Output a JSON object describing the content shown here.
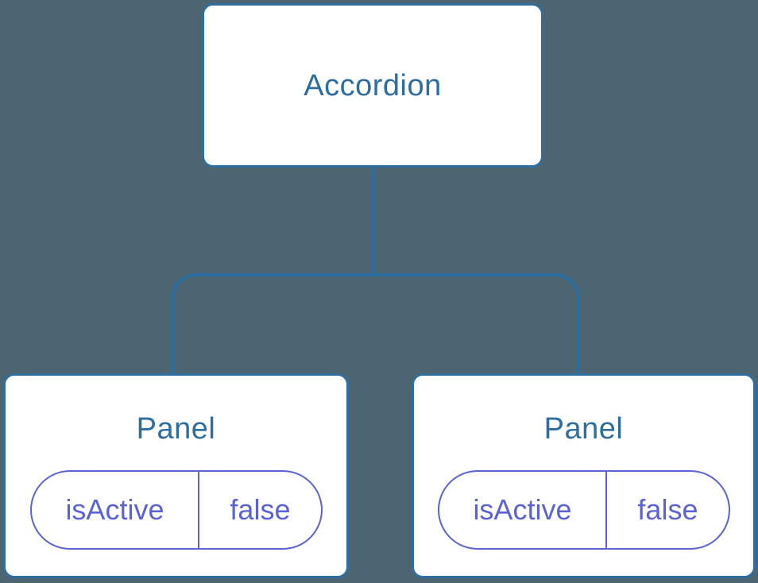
{
  "diagram": {
    "type": "component-tree",
    "colors": {
      "background": "#4C6570",
      "node_fill": "#FFFFFF",
      "node_border": "#2F6F9F",
      "connector": "#2B6EA2",
      "node_label": "#2D6E9E",
      "state": "#5B63D3"
    },
    "root": {
      "label": "Accordion"
    },
    "children": [
      {
        "label": "Panel",
        "state": {
          "key": "isActive",
          "value": "false"
        }
      },
      {
        "label": "Panel",
        "state": {
          "key": "isActive",
          "value": "false"
        }
      }
    ]
  }
}
